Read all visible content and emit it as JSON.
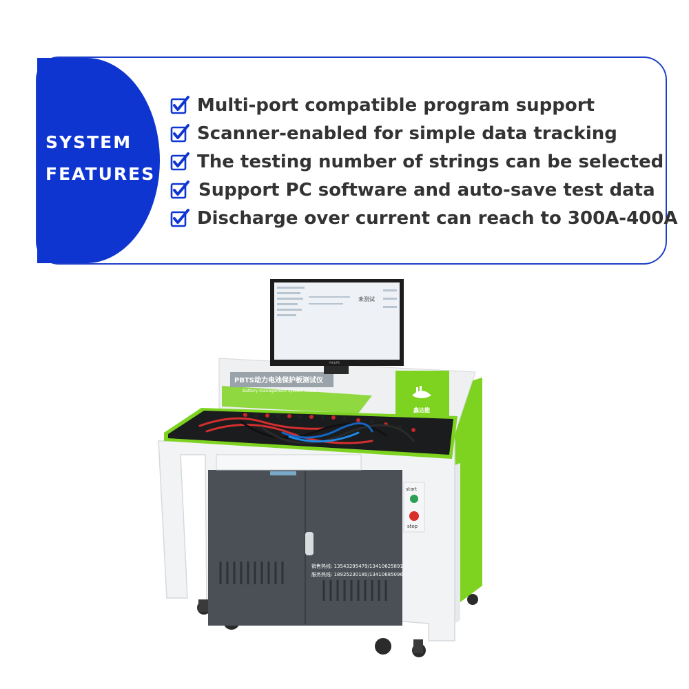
{
  "banner": {
    "title_line1": "SYSTEM",
    "title_line2": "FEATURES",
    "features": [
      "Multi-port compatible program support",
      "Scanner-enabled for simple data tracking",
      "The testing number of strings can be selected",
      "Support PC software and auto-save test data",
      "Discharge over current can reach to 300A-400A"
    ]
  },
  "product": {
    "panel_title_cn": "PBTS动力电池保护板测试仪",
    "panel_subtitle_en": "Battery management system tester",
    "screen_status_cn": "未测试",
    "brand_cn": "鑫达能",
    "start_label": "start",
    "stop_label": "stop",
    "hotline_sales": "销售热线: 13543295479/13410625891",
    "hotline_service": "服务热线: 18925230180/13410685096",
    "monitor_brand": "PHILIPS"
  },
  "colors": {
    "accent_blue": "#0f35d1",
    "frame_blue": "#1e3fc8",
    "text_dark": "#333333",
    "machine_green": "#7ed321",
    "cabinet_gray": "#4a5055"
  }
}
